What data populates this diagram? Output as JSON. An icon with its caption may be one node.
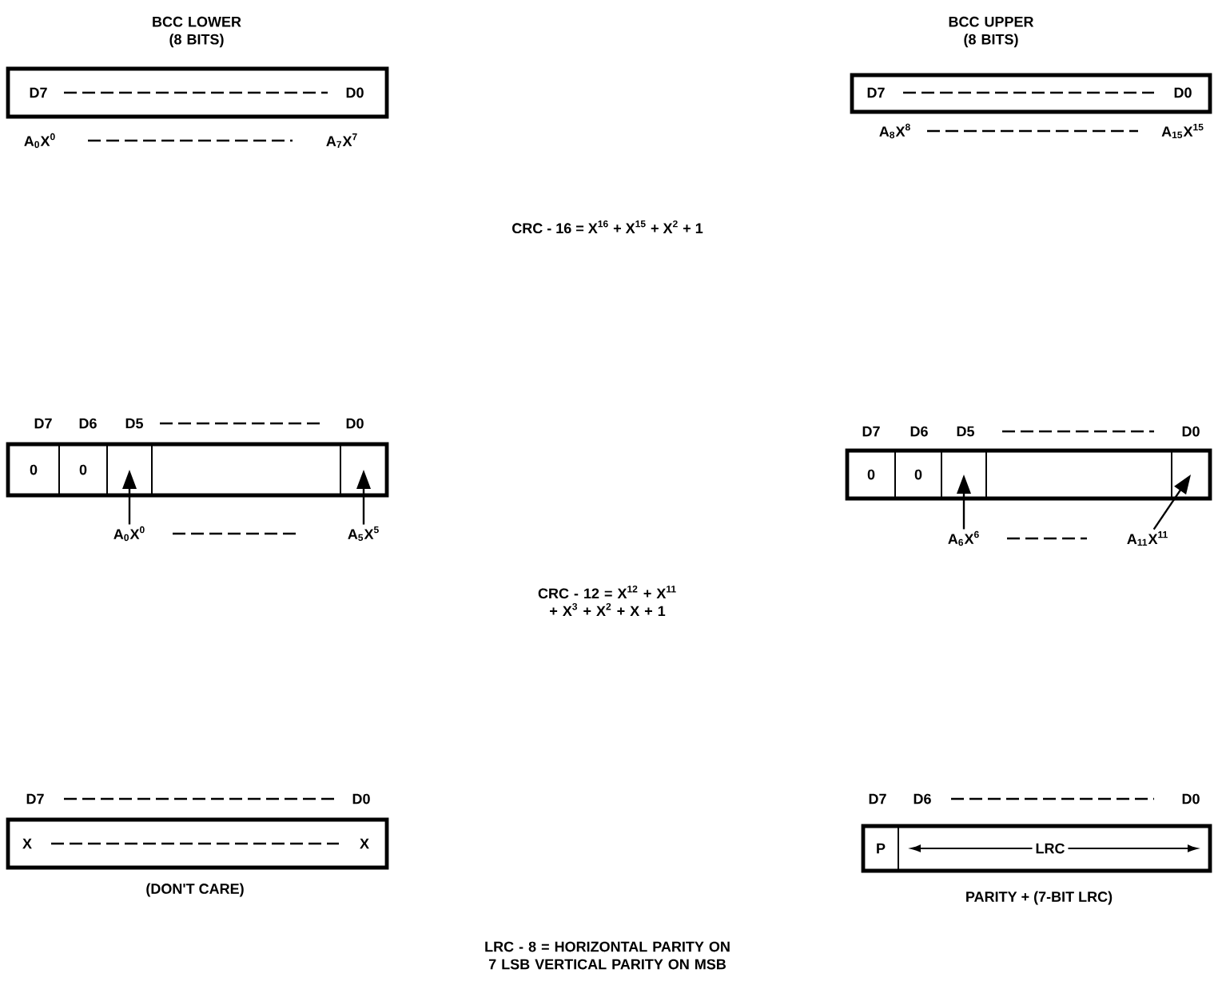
{
  "diagram": {
    "nodes": [
      {
        "text": [
          "BCC LOWER (8 BITS)",
          "D7",
          "D0"
        ],
        "beside": [
          "A$_{0}$X$^{0}$",
          "A$_{7}$X$^{7}$"
        ]
      },
      {
        "text": [
          "BCC UPPER (8 BITS)",
          "D7",
          "D0"
        ],
        "beside": [
          "A$_{8}$X$^{8}$",
          "A$_{15}$X$^{15}$"
        ]
      },
      {
        "text": [],
        "shape": "box"
      },
      {
        "text": [
          "0"
        ],
        "in": 2
      },
      {
        "text": [
          "0"
        ],
        "in": 2
      },
      {
        "text": [],
        "shape": "box",
        "in": 2
      },
      {
        "text": [],
        "shape": "box",
        "in": 2
      },
      {
        "text": [],
        "shape": "box",
        "in": 2
      },
      {
        "text": [
          "A$_{0}$X$^{0}$"
        ]
      },
      {
        "text": [
          "A$_{5}$X$^{5}$"
        ]
      },
      {
        "text": [],
        "shape": "box"
      },
      {
        "text": [
          "0"
        ],
        "in": 10
      },
      {
        "text": [
          "0"
        ],
        "in": 10
      },
      {
        "text": [],
        "shape": "box",
        "in": 10
      },
      {
        "text": [],
        "shape": "box",
        "in": 10
      },
      {
        "text": [],
        "shape": "box",
        "in": 10
      },
      {
        "text": [
          "A$_{6}$X$^{6}$"
        ]
      },
      {
        "text": [
          "A$_{11}$X$^{11}$"
        ]
      },
      {
        "text": [
          "X",
          "X"
        ],
        "beside": [
          "(DON'T CARE)"
        ]
      },
      {
        "text": [],
        "shape": "box",
        "beside": [
          "PARITY + (7-BIT LRC)"
        ]
      },
      {
        "text": [
          "P"
        ],
        "in": 19
      },
      {
        "text": [
          "LRC"
        ],
        "in": 19
      }
    ],
    "edges": [
      {
        "from": 8,
        "to": 5,
        "arrow": "to"
      },
      {
        "from": 9,
        "to": 7,
        "arrow": "to"
      },
      {
        "from": 16,
        "to": 13,
        "arrow": "to"
      },
      {
        "from": 17,
        "to": 15,
        "arrow": "to"
      }
    ],
    "labels": [
      "CRC - 16 = X$^{16}$ + X$^{15}$ + X$^{2}$ + 1",
      "D7",
      "D6",
      "D5",
      "D0",
      "D7",
      "D6",
      "D5",
      "D0",
      "CRC - 12 = X$^{12}$ + X$^{11}$ + X$^{3}$ + X$^{2}$ + X + 1",
      "D7",
      "D0",
      "D7",
      "D6",
      "D0",
      "LRC - 8 = HORIZONTAL PARITY ON 7 LSB VERTICAL PARITY ON MSB"
    ]
  }
}
